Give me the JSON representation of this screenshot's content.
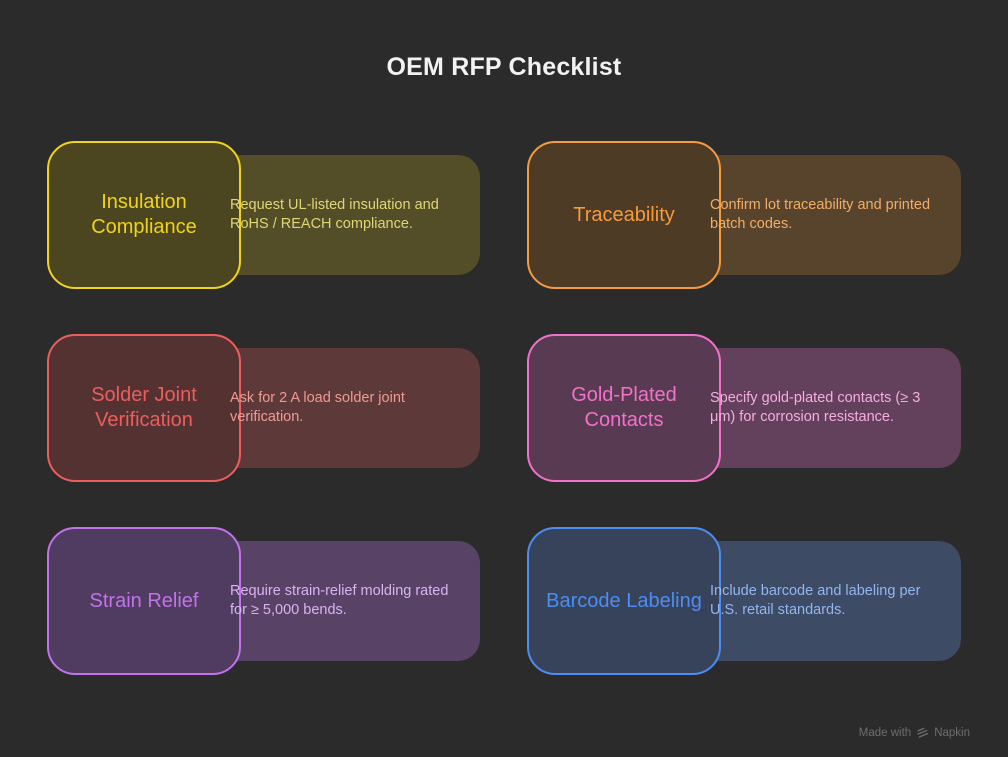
{
  "title": "OEM RFP Checklist",
  "colors": {
    "background": "#2b2b2b",
    "title": "#f2f2f2",
    "footer_text": "#6e6e6e"
  },
  "cards": [
    {
      "id": "insulation-compliance",
      "label": "Insulation Compliance",
      "description": "Request UL-listed insulation and RoHS / REACH compliance.",
      "accent": "#f0d31c",
      "label_fill": "#4b461f",
      "strip_fill": "#534d28",
      "description_color": "#e0d678"
    },
    {
      "id": "traceability",
      "label": "Traceability",
      "description": "Confirm lot traceability and printed batch codes.",
      "accent": "#f49b40",
      "label_fill": "#4d3b26",
      "strip_fill": "#58432d",
      "description_color": "#f2ae66"
    },
    {
      "id": "solder-joint-verification",
      "label": "Solder Joint Verification",
      "description": "Ask for 2 A load solder joint verification.",
      "accent": "#ec5e5e",
      "label_fill": "#553232",
      "strip_fill": "#5e3939",
      "description_color": "#f09a94"
    },
    {
      "id": "gold-plated-contacts",
      "label": "Gold-Plated Contacts",
      "description": "Specify gold-plated contacts (≥ 3 μm) for corrosion resistance.",
      "accent": "#f172c8",
      "label_fill": "#593a53",
      "strip_fill": "#63405c",
      "description_color": "#f4aee0"
    },
    {
      "id": "strain-relief",
      "label": "Strain Relief",
      "description": "Require strain-relief molding rated for ≥ 5,000 bends.",
      "accent": "#c273e9",
      "label_fill": "#4f3c60",
      "strip_fill": "#584366",
      "description_color": "#d9b3f2"
    },
    {
      "id": "barcode-labeling",
      "label": "Barcode Labeling",
      "description": "Include barcode and labeling per U.S. retail standards.",
      "accent": "#4d8df2",
      "label_fill": "#37435a",
      "strip_fill": "#3d4b64",
      "description_color": "#92b6f0"
    }
  ],
  "footer": {
    "made_with": "Made with",
    "brand": "Napkin"
  }
}
